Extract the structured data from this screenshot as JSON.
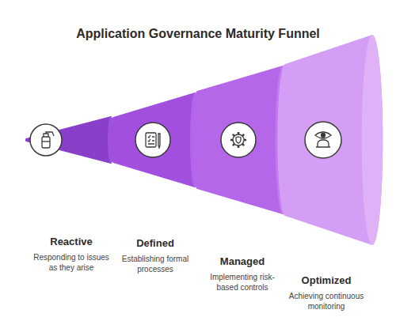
{
  "diagram": {
    "title": "Application Governance Maturity Funnel",
    "nodes": [
      {
        "text": [
          "Reactive",
          "Responding to issues as they arise"
        ]
      },
      {
        "text": [
          "Defined",
          "Establishing formal processes"
        ]
      },
      {
        "text": [
          "Managed",
          "Implementing risk-based controls"
        ]
      },
      {
        "text": [
          "Optimized",
          "Achieving continuous monitoring"
        ]
      }
    ]
  }
}
